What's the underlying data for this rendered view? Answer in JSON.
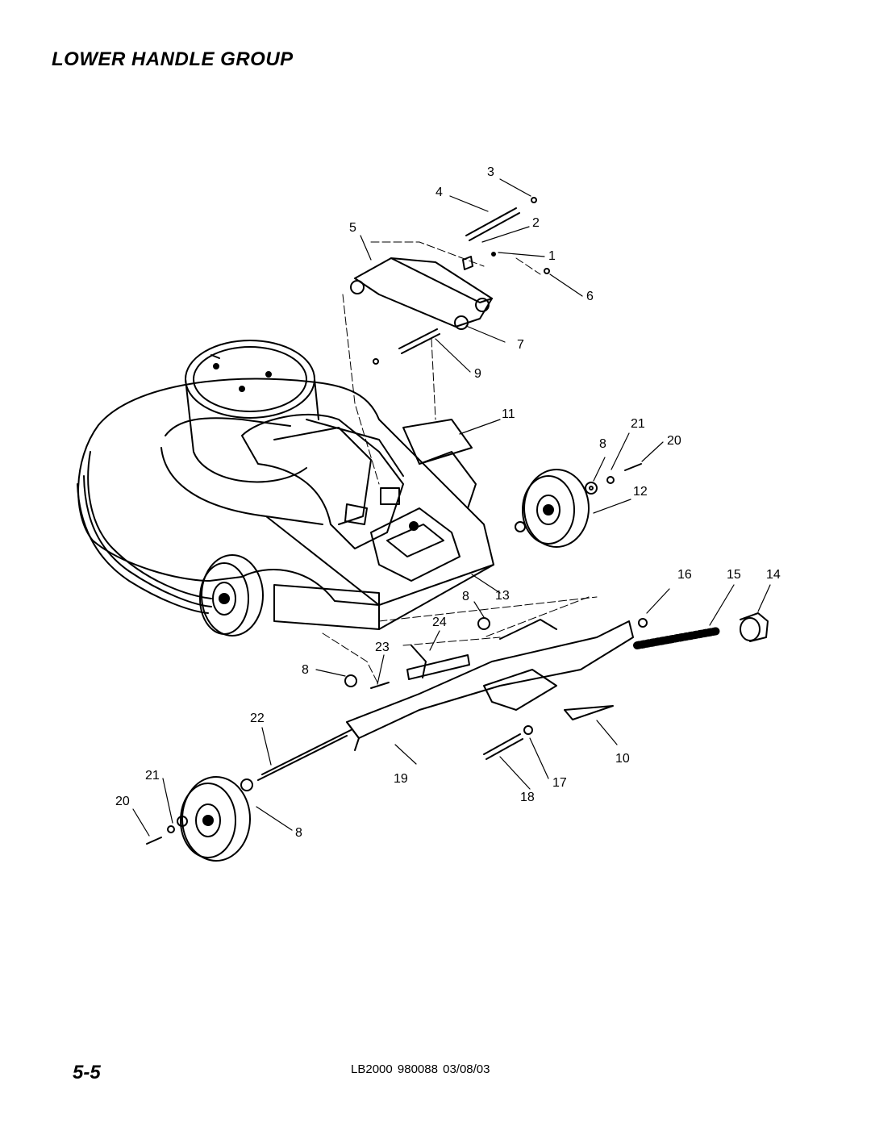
{
  "title": "LOWER HANDLE GROUP",
  "page_number": "5-5",
  "footer": "LB2000 980088  03/08/03",
  "callouts": [
    "3",
    "4",
    "2",
    "5",
    "1",
    "6",
    "7",
    "9",
    "11",
    "21",
    "8",
    "20",
    "12",
    "16",
    "15",
    "14",
    "8",
    "13",
    "24",
    "23",
    "8",
    "22",
    "10",
    "21",
    "19",
    "17",
    "18",
    "20",
    "8"
  ]
}
